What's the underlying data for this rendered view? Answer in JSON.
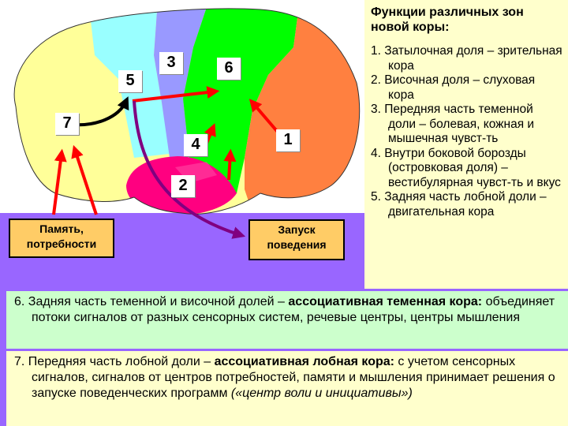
{
  "functions_box": {
    "title": "Функции различных зон новой коры:",
    "items": [
      "1. Затылочная доля – зрительная кора",
      "2. Височная доля – слуховая кора",
      "3. Передняя часть теменной доли – болевая, кожная и мышечная чувст-ть",
      "4. Внутри боковой борозды (островковая доля) – вестибулярная чувст-ть и вкус",
      "5. Задняя часть лобной доли – двигательная кора"
    ]
  },
  "item6": {
    "prefix": "6. Задняя часть теменной и височной долей – ",
    "bold": "ассоциативная теменная кора:",
    "rest": " объединяет потоки сигналов от разных сенсорных систем, речевые центры, центры мышления"
  },
  "item7": {
    "prefix": "7. Передняя часть лобной доли – ",
    "bold": "ассоциативная лобная кора:",
    "rest": " с учетом сенсорных сигналов, сигналов от центров потребностей, памяти и мышления принимает решения о запуске поведенческих программ ",
    "italic": "(«центр воли и инициативы»)"
  },
  "diagram": {
    "zone_labels": [
      "1",
      "2",
      "3",
      "4",
      "5",
      "6",
      "7"
    ],
    "memory_label": "Память, потребности",
    "behavior_label": "Запуск поведения"
  },
  "colors": {
    "background_purple": "#9966ff",
    "frontal": "#ffff99",
    "motor": "#99ffff",
    "parietal_front": "#9999ff",
    "association": "#00ff00",
    "occipital": "#ff8040",
    "temporal": "#ff0080",
    "red_arrow": "#ff0000",
    "purple_arrow": "#800080",
    "callout_fill": "#ffcc66",
    "yellow_box": "#ffffcc",
    "green_box": "#ccffcc"
  }
}
